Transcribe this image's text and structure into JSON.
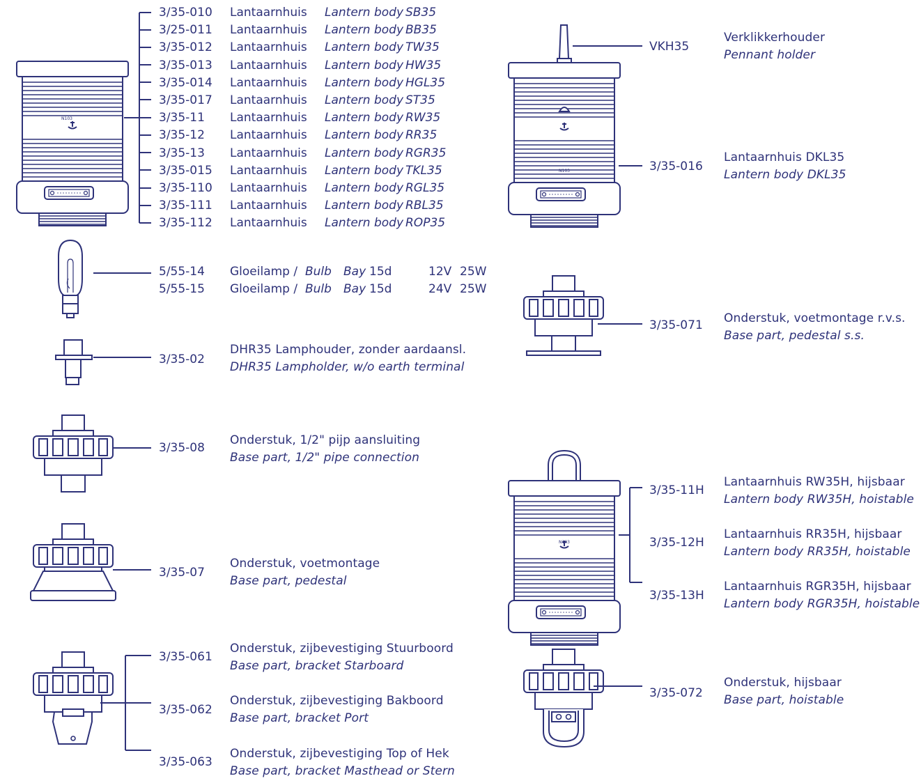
{
  "colors": {
    "ink": "#2e3279",
    "background": "#ffffff"
  },
  "lantern_bodies": [
    {
      "code": "3/35-010",
      "nl": "Lantaarnhuis",
      "en": "Lantern body",
      "type": "SB35"
    },
    {
      "code": "3/25-011",
      "nl": "Lantaarnhuis",
      "en": "Lantern body",
      "type": "BB35"
    },
    {
      "code": "3/35-012",
      "nl": "Lantaarnhuis",
      "en": "Lantern body",
      "type": "TW35"
    },
    {
      "code": "3/35-013",
      "nl": "Lantaarnhuis",
      "en": "Lantern body",
      "type": "HW35"
    },
    {
      "code": "3/35-014",
      "nl": "Lantaarnhuis",
      "en": "Lantern body",
      "type": "HGL35"
    },
    {
      "code": "3/35-017",
      "nl": "Lantaarnhuis",
      "en": "Lantern body",
      "type": "ST35"
    },
    {
      "code": "3/35-11",
      "nl": "Lantaarnhuis",
      "en": "Lantern body",
      "type": "RW35"
    },
    {
      "code": "3/35-12",
      "nl": "Lantaarnhuis",
      "en": "Lantern body",
      "type": "RR35"
    },
    {
      "code": "3/35-13",
      "nl": "Lantaarnhuis",
      "en": "Lantern body",
      "type": "RGR35"
    },
    {
      "code": "3/35-015",
      "nl": "Lantaarnhuis",
      "en": "Lantern body",
      "type": "TKL35"
    },
    {
      "code": "3/35-110",
      "nl": "Lantaarnhuis",
      "en": "Lantern body",
      "type": "RGL35"
    },
    {
      "code": "3/35-111",
      "nl": "Lantaarnhuis",
      "en": "Lantern body",
      "type": "RBL35"
    },
    {
      "code": "3/35-112",
      "nl": "Lantaarnhuis",
      "en": "Lantern body",
      "type": "ROP35"
    }
  ],
  "lantern_label": "N103",
  "bulbs": [
    {
      "code": "5/55-14",
      "nl": "Gloeilamp /",
      "en": "Bulb",
      "base": "Bay",
      "base2": "15d",
      "volt": "12V",
      "watt": "25W"
    },
    {
      "code": "5/55-15",
      "nl": "Gloeilamp /",
      "en": "Bulb",
      "base": "Bay",
      "base2": "15d",
      "volt": "24V",
      "watt": "25W"
    }
  ],
  "lampholder": {
    "code": "3/35-02",
    "nl": "DHR35 Lamphouder, zonder aardaansl.",
    "en": "DHR35 Lampholder, w/o earth terminal"
  },
  "base_pipe": {
    "code": "3/35-08",
    "nl": "Onderstuk, 1/2\" pijp aansluiting",
    "en": "Base part, 1/2\" pipe connection"
  },
  "base_pedestal": {
    "code": "3/35-07",
    "nl": "Onderstuk, voetmontage",
    "en": "Base part, pedestal"
  },
  "base_brackets": [
    {
      "code": "3/35-061",
      "nl": "Onderstuk, zijbevestiging Stuurboord",
      "en": "Base part, bracket Starboard"
    },
    {
      "code": "3/35-062",
      "nl": "Onderstuk, zijbevestiging Bakboord",
      "en": "Base part, bracket Port"
    },
    {
      "code": "3/35-063",
      "nl": "Onderstuk, zijbevestiging Top of Hek",
      "en": "Base part, bracket Masthead or Stern"
    }
  ],
  "pennant": {
    "code": "VKH35",
    "nl": "Verklikkerhouder",
    "en": "Pennant holder"
  },
  "dkl": {
    "code": "3/35-016",
    "nl": "Lantaarnhuis DKL35",
    "en": "Lantern body DKL35"
  },
  "base_pedestal_ss": {
    "code": "3/35-071",
    "nl": "Onderstuk, voetmontage r.v.s.",
    "en": "Base part, pedestal s.s."
  },
  "hoistable_bodies": [
    {
      "code": "3/35-11H",
      "nl": "Lantaarnhuis RW35H, hijsbaar",
      "en": "Lantern body RW35H, hoistable"
    },
    {
      "code": "3/35-12H",
      "nl": "Lantaarnhuis RR35H, hijsbaar",
      "en": "Lantern body RR35H, hoistable"
    },
    {
      "code": "3/35-13H",
      "nl": "Lantaarnhuis RGR35H, hijsbaar",
      "en": "Lantern body RGR35H, hoistable"
    }
  ],
  "base_hoistable": {
    "code": "3/35-072",
    "nl": "Onderstuk, hijsbaar",
    "en": "Base part, hoistable"
  }
}
